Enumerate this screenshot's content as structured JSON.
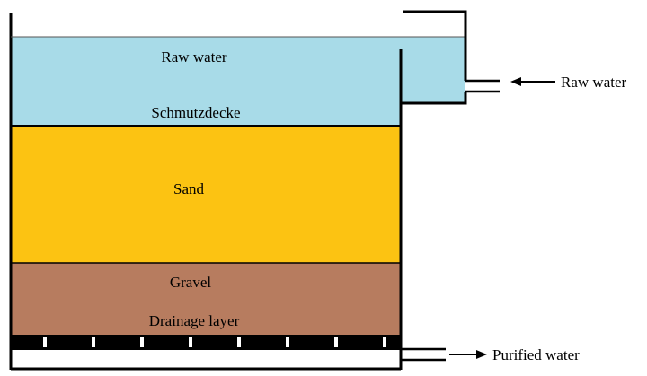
{
  "colors": {
    "raw_water": "#a8dbe8",
    "sand": "#fcc312",
    "gravel": "#b77c5f",
    "tank_wall": "#000000"
  },
  "layers": {
    "raw_water": "Raw water",
    "schmutzdecke": "Schmutzdecke",
    "sand": "Sand",
    "gravel": "Gravel",
    "drainage": "Drainage layer"
  },
  "flows": {
    "inlet": "Raw water",
    "outlet": "Purified water"
  }
}
